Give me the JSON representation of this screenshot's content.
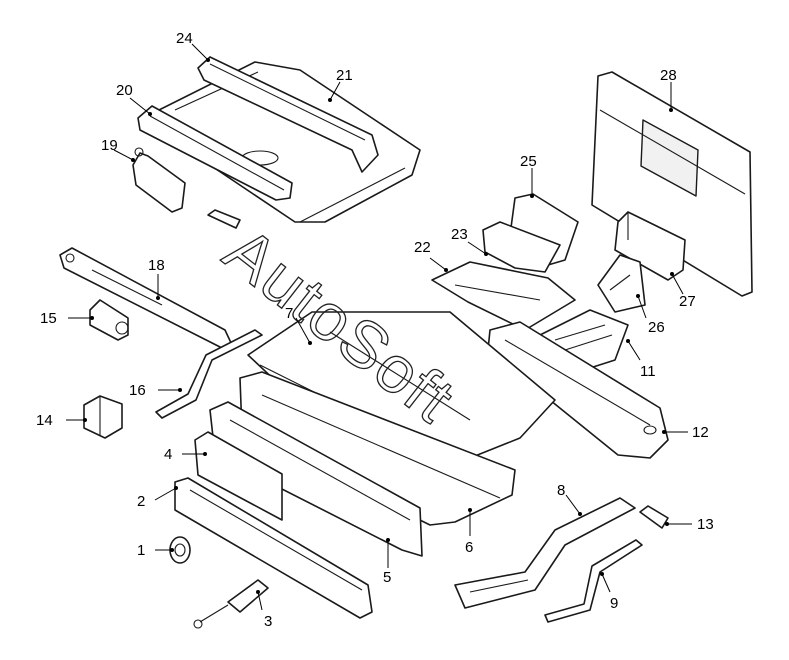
{
  "watermark": "AutoSoft",
  "callouts": {
    "c1": "1",
    "c2": "2",
    "c3": "3",
    "c4": "4",
    "c5": "5",
    "c6": "6",
    "c7": "7",
    "c8": "8",
    "c9": "9",
    "c11": "11",
    "c12": "12",
    "c13": "13",
    "c14": "14",
    "c15": "15",
    "c16": "16",
    "c18": "18",
    "c19": "19",
    "c20": "20",
    "c21": "21",
    "c22": "22",
    "c23": "23",
    "c24": "24",
    "c25": "25",
    "c26": "26",
    "c27": "27",
    "c28": "28"
  }
}
